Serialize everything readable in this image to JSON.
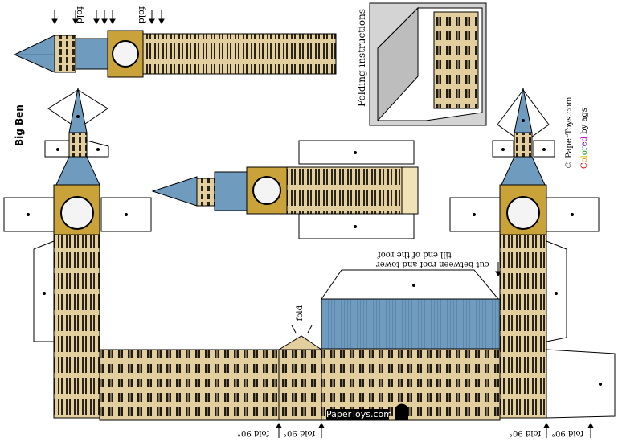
{
  "title": "Big Ben",
  "labels": {
    "fold": "fold",
    "folding_instructions": "Folding instructions",
    "cut_note_line1": "cut between roof and tower",
    "cut_note_line2": "till end of the roof",
    "fold_90": "fold 90°",
    "brand": "PaperToys.com"
  },
  "credits": {
    "copyright": "© PaperToys.com",
    "colored_prefix": "Colored",
    "colored_suffix": " by ags"
  },
  "colors": {
    "stone": "#e3cf9e",
    "stone_dark": "#c9b27a",
    "roof_blue": "#6f9bbf",
    "roof_blue_dark": "#4d7597",
    "gold": "#b8891f",
    "tab_white": "#ffffff"
  },
  "colored_letter_colors": [
    "#e00000",
    "#ff8c00",
    "#d4c000",
    "#00a000",
    "#0050ff",
    "#6a00c8",
    "#c000c0"
  ]
}
